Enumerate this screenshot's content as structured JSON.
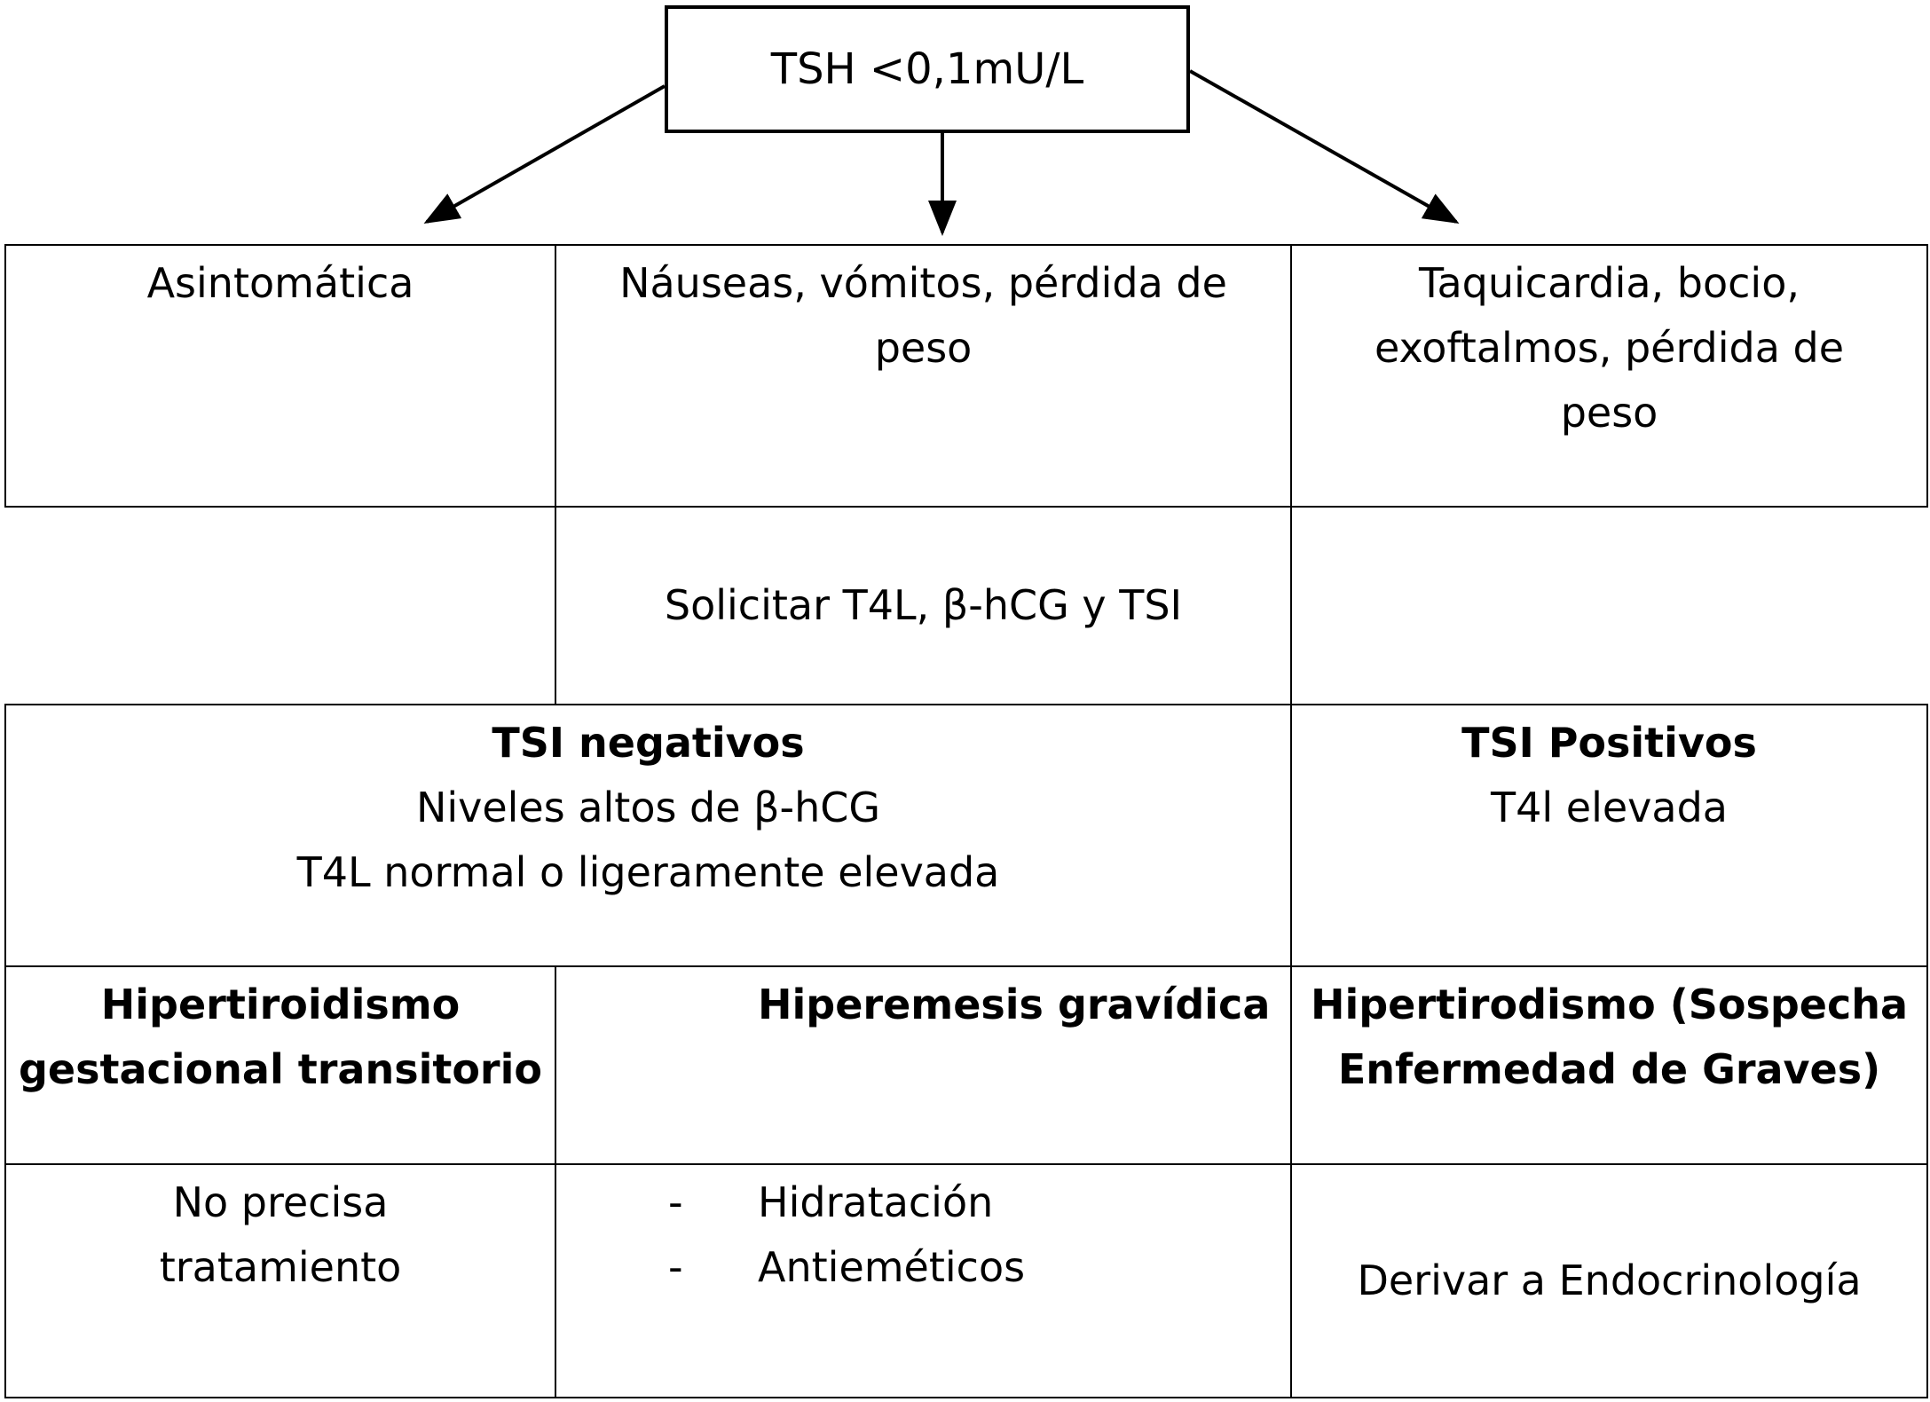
{
  "top": {
    "label": "TSH <0,1mU/L"
  },
  "row1": {
    "left": [
      "Asintomática"
    ],
    "middle": [
      "Náuseas, vómitos, pérdida de",
      "peso"
    ],
    "right": [
      "Taquicardia, bocio,",
      "exoftalmos, pérdida de",
      "peso"
    ]
  },
  "row2": {
    "middle": "Solicitar T4L, β-hCG y TSI"
  },
  "row3": {
    "left": {
      "heading": "TSI negativos",
      "lines": [
        "Niveles altos de β-hCG",
        "T4L normal o ligeramente elevada"
      ]
    },
    "right": {
      "heading": "TSI Positivos",
      "lines": [
        "T4l elevada"
      ]
    }
  },
  "row4": {
    "left": [
      "Hipertiroidismo",
      "gestacional transitorio"
    ],
    "middle": [
      "Hiperemesis gravídica"
    ],
    "right": [
      "Hipertirodismo (Sospecha",
      "Enfermedad de Graves)"
    ]
  },
  "row5": {
    "left": [
      "No precisa",
      "tratamiento"
    ],
    "middle": {
      "bullet": "-",
      "items": [
        "Hidratación",
        "Antieméticos"
      ]
    },
    "right": "Derivar a Endocrinología"
  }
}
